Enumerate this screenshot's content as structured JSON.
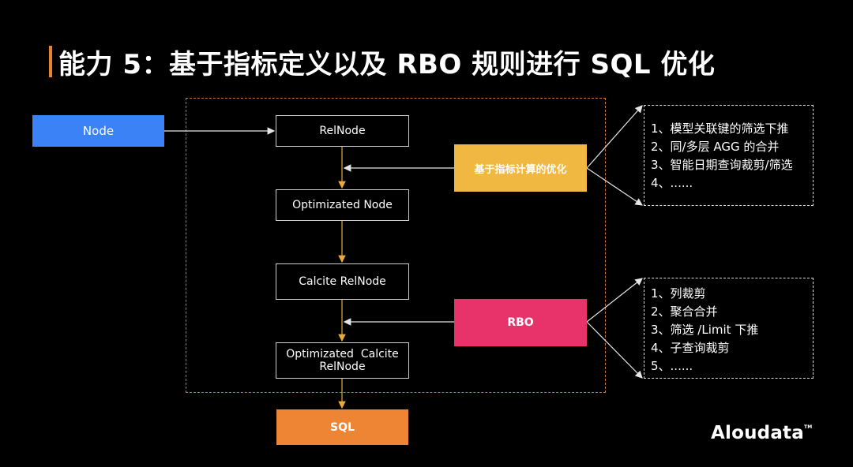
{
  "title": "能力 5：基于指标定义以及 RBO 规则进行 SQL 优化",
  "accent_color": "#e8832a",
  "nodes": {
    "input": "Node",
    "relnode": "RelNode",
    "optimized_node": "Optimizated Node",
    "calcite_relnode": "Calcite RelNode",
    "optimized_calcite_line1": "Optimizated  Calcite",
    "optimized_calcite_line2": "RelNode",
    "output": "SQL"
  },
  "optimizers": {
    "metric": "基于指标计算的优化",
    "rbo": "RBO"
  },
  "metric_rules": [
    "1、模型关联键的筛选下推",
    "2、同/多层 AGG 的合并",
    "3、智能日期查询裁剪/筛选",
    "4、......"
  ],
  "rbo_rules": [
    "1、列裁剪",
    "2、聚合合并",
    "3、筛选 /Limit 下推",
    "4、子查询裁剪",
    "5、......"
  ],
  "logo": {
    "text": "Aloudata",
    "mark": "TM"
  },
  "colors": {
    "node_blue": "#3a82f5",
    "metric_yellow": "#f0b841",
    "rbo_pink": "#e8336a",
    "sql_orange": "#ee8535",
    "flow_arrow": "#e6a93c"
  }
}
